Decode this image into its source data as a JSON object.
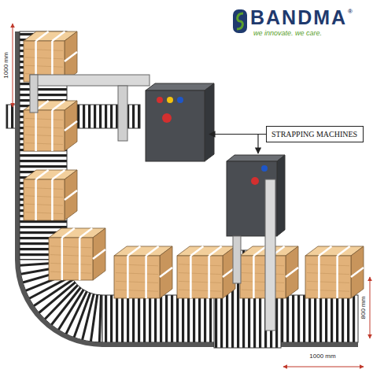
{
  "diagram": {
    "nodes": [
      {
        "text": [
          "STRAPPING MACHINES"
        ]
      }
    ],
    "labels": [
      "BANDMA",
      "®",
      "we innovate. we care.",
      "1000 mm",
      "800 mm",
      "1000 mm"
    ]
  }
}
